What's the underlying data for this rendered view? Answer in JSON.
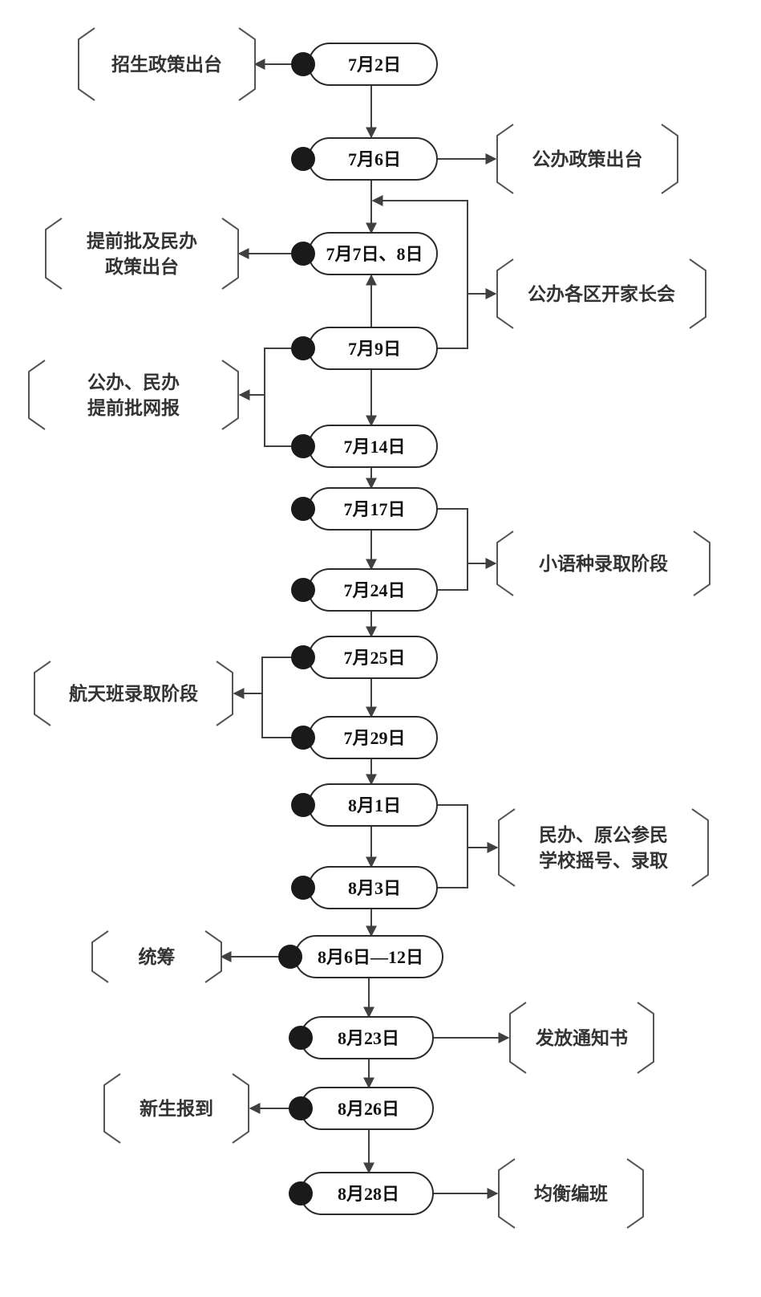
{
  "dates": [
    "7月2日",
    "7月6日",
    "7月7日、8日",
    "7月9日",
    "7月14日",
    "7月17日",
    "7月24日",
    "7月25日",
    "7月29日",
    "8月1日",
    "8月3日",
    "8月6日—12日",
    "8月23日",
    "8月26日",
    "8月28日"
  ],
  "events": [
    [
      "招生政策出台"
    ],
    [
      "公办政策出台"
    ],
    [
      "提前批及民办",
      "政策出台"
    ],
    [
      "公办各区开家长会"
    ],
    [
      "公办、民办",
      "提前批网报"
    ],
    [
      "小语种录取阶段"
    ],
    [
      "航天班录取阶段"
    ],
    [
      "民办、原公参民",
      "学校摇号、录取"
    ],
    [
      "统筹"
    ],
    [
      "发放通知书"
    ],
    [
      "新生报到"
    ],
    [
      "均衡编班"
    ]
  ],
  "colors": {
    "line": "#404040",
    "dot": "#1a1a1a",
    "text": "#333333"
  }
}
